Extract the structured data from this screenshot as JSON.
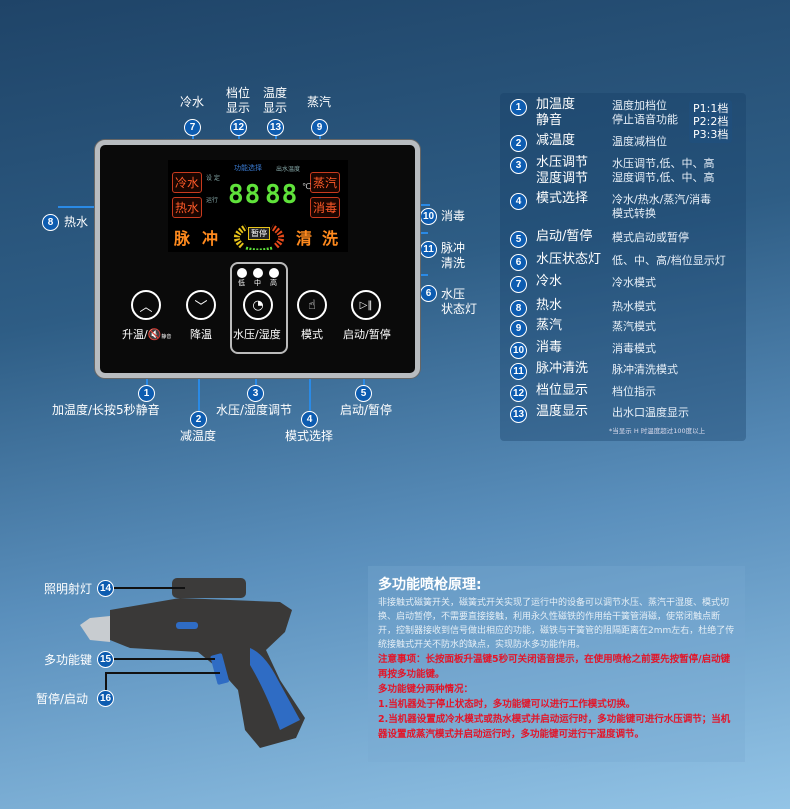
{
  "panel": {
    "display": {
      "cold": "冷水",
      "hot": "热水",
      "steam": "蒸汽",
      "disinfect": "消毒",
      "set": "设 定",
      "run": "运行",
      "func": "功能选择",
      "outtemp": "出水温度",
      "digits1": "88",
      "digits2": "88",
      "unit": "℃",
      "pulse1": "脉",
      "pulse2": "冲",
      "clean1": "清",
      "clean2": "洗",
      "pause": "暂停"
    },
    "lights": [
      "低",
      "中",
      "高"
    ],
    "buttons": [
      {
        "label": "升温/",
        "sub": "静音",
        "icon": "chevron-up"
      },
      {
        "label": "降温",
        "icon": "chevron-down"
      },
      {
        "label": "水压/湿度",
        "icon": "gauge"
      },
      {
        "label": "模式",
        "icon": "hand-pointer"
      },
      {
        "label": "启动/暂停",
        "icon": "play-pause"
      }
    ]
  },
  "callouts": {
    "c7": {
      "n": "7",
      "t": "冷水"
    },
    "c12": {
      "n": "12",
      "t1": "档位",
      "t2": "显示"
    },
    "c13": {
      "n": "13",
      "t1": "温度",
      "t2": "显示"
    },
    "c9": {
      "n": "9",
      "t": "蒸汽"
    },
    "c8": {
      "n": "8",
      "t": "热水"
    },
    "c10": {
      "n": "10",
      "t": "消毒"
    },
    "c11": {
      "n": "11",
      "t1": "脉冲",
      "t2": "清洗"
    },
    "c6": {
      "n": "6",
      "t1": "水压",
      "t2": "状态灯"
    },
    "c1": {
      "n": "1",
      "t": "加温度/长按5秒静音"
    },
    "c2": {
      "n": "2",
      "t": "减温度"
    },
    "c3": {
      "n": "3",
      "t": "水压/湿度调节"
    },
    "c4": {
      "n": "4",
      "t": "模式选择"
    },
    "c5": {
      "n": "5",
      "t": "启动/暂停"
    },
    "c14": {
      "n": "14",
      "t": "照明射灯"
    },
    "c15": {
      "n": "15",
      "t": "多功能键"
    },
    "c16": {
      "n": "16",
      "t": "暂停/启动"
    }
  },
  "legend": {
    "rows": [
      {
        "n": "1",
        "k1": "加温度",
        "k2": "静音",
        "v1": "温度加档位",
        "v2": "停止语音功能"
      },
      {
        "n": "2",
        "k1": "减温度",
        "v1": "温度减档位"
      },
      {
        "n": "3",
        "k1": "水压调节",
        "k2": "湿度调节",
        "v1": "水压调节,低、中、高",
        "v2": "湿度调节,低、中、高"
      },
      {
        "n": "4",
        "k1": "模式选择",
        "v1": "冷水/热水/蒸汽/消毒",
        "v2": "模式转换"
      },
      {
        "n": "5",
        "k1": "启动/暂停",
        "v1": "模式启动或暂停"
      },
      {
        "n": "6",
        "k1": "水压状态灯",
        "v1": "低、中、高/档位显示灯"
      },
      {
        "n": "7",
        "k1": "冷水",
        "v1": "冷水模式"
      },
      {
        "n": "8",
        "k1": "热水",
        "v1": "热水模式"
      },
      {
        "n": "9",
        "k1": "蒸汽",
        "v1": "蒸汽模式"
      },
      {
        "n": "10",
        "k1": "消毒",
        "v1": "消毒模式"
      },
      {
        "n": "11",
        "k1": "脉冲清洗",
        "v1": "脉冲清洗模式"
      },
      {
        "n": "12",
        "k1": "档位显示",
        "v1": "档位指示"
      },
      {
        "n": "13",
        "k1": "温度显示",
        "v1": "出水口温度显示"
      }
    ],
    "p": [
      "P1:1档",
      "P2:2档",
      "P3:3档"
    ],
    "note": "*当显示 H 时温度超过100度以上"
  },
  "info": {
    "title": "多功能喷枪原理:",
    "body": "非接触式磁簧开关，磁簧式开关实现了运行中的设备可以调节水压、蒸汽干湿度、模式切换、启动暂停，不需要直接接触，利用永久性磁铁的作用给干簧管消磁，使常闭触点断开，控制器接收到信号做出相应的功能，磁铁与干簧管的阻隔距离在2mm左右，杜绝了传统接触式开关不防水的缺点，实现防水多功能作用。",
    "warn": "注意事项：长按面板升温键5秒可关闭语音提示，在使用喷枪之前要先按暂停/启动键再按多功能键。",
    "cases_title": "多功能键分两种情况：",
    "case1": "1.当机器处于停止状态时，多功能键可以进行工作模式切换。",
    "case2": "2.当机器设置成冷水模式或热水模式并启动运行时，多功能键可进行水压调节；当机器设置成蒸汽模式并启动运行时，多功能键可进行干湿度调节。"
  },
  "colors": {
    "marker": "#0d5cb0",
    "line": "#2a8ae6",
    "warn": "#e2162a",
    "segment": "#5fe23a"
  }
}
